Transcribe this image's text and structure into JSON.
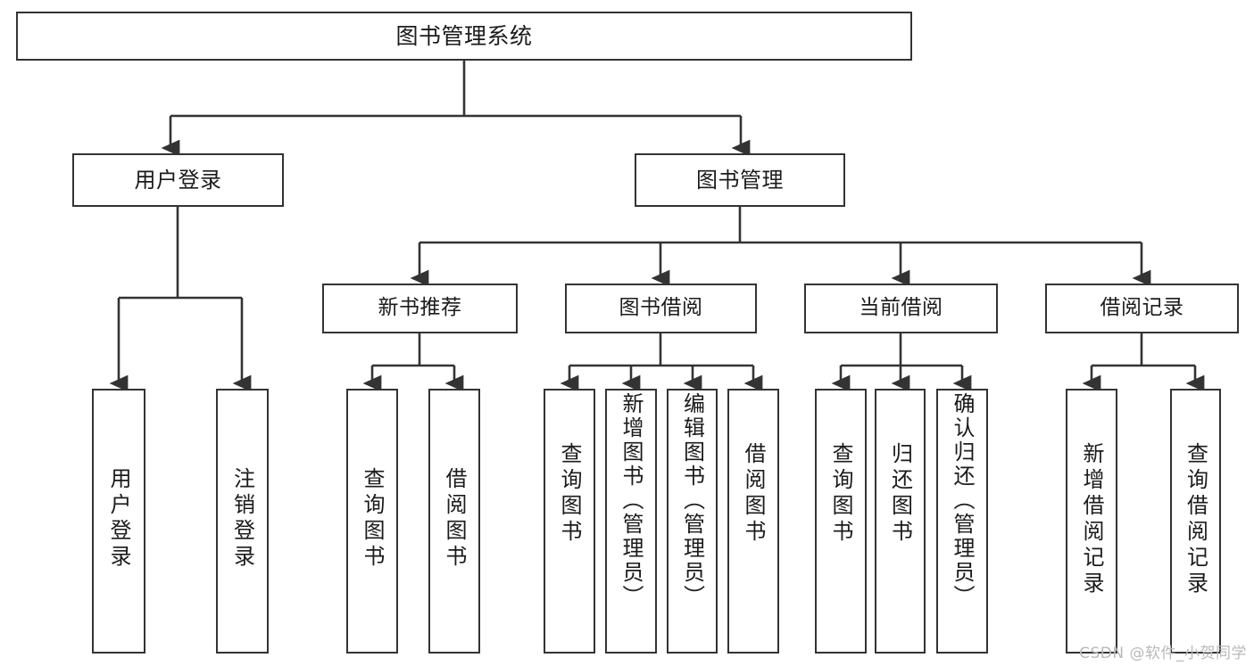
{
  "diagram": {
    "title": "图书管理系统",
    "type": "tree",
    "orientation": "top-down",
    "colors": {
      "box_border": "#333333",
      "box_fill": "#ffffff",
      "connector": "#333333",
      "text": "#1b1b1b",
      "watermark": "#b9b9b9",
      "background": "#ffffff"
    },
    "watermark": "CSDN @软件_小贺同学"
  },
  "nodes": {
    "root": {
      "label": "图书管理系统"
    },
    "level2": [
      {
        "id": "user-login",
        "label": "用户登录"
      },
      {
        "id": "book-manage",
        "label": "图书管理"
      }
    ],
    "level3": [
      {
        "id": "new-book-recommend",
        "label": "新书推荐"
      },
      {
        "id": "book-borrow",
        "label": "图书借阅"
      },
      {
        "id": "current-borrow",
        "label": "当前借阅"
      },
      {
        "id": "borrow-record",
        "label": "借阅记录"
      }
    ],
    "leaves": [
      {
        "id": "leaf-user-login",
        "parent": "user-login",
        "label": "用户登录"
      },
      {
        "id": "leaf-logout-login",
        "parent": "user-login",
        "label": "注销登录"
      },
      {
        "id": "leaf-query-book-1",
        "parent": "new-book-recommend",
        "label": "查询图书"
      },
      {
        "id": "leaf-borrow-book-1",
        "parent": "new-book-recommend",
        "label": "借阅图书"
      },
      {
        "id": "leaf-query-book-2",
        "parent": "book-borrow",
        "label": "查询图书"
      },
      {
        "id": "leaf-add-book",
        "parent": "book-borrow",
        "label": "新增图书（管理员）"
      },
      {
        "id": "leaf-edit-book",
        "parent": "book-borrow",
        "label": "编辑图书（管理员）"
      },
      {
        "id": "leaf-borrow-book-2",
        "parent": "book-borrow",
        "label": "借阅图书"
      },
      {
        "id": "leaf-query-book-3",
        "parent": "current-borrow",
        "label": "查询图书"
      },
      {
        "id": "leaf-return-book",
        "parent": "current-borrow",
        "label": "归还图书"
      },
      {
        "id": "leaf-confirm-return",
        "parent": "current-borrow",
        "label": "确认归还（管理员）"
      },
      {
        "id": "leaf-add-record",
        "parent": "borrow-record",
        "label": "新增借阅记录"
      },
      {
        "id": "leaf-query-record",
        "parent": "borrow-record",
        "label": "查询借阅记录"
      }
    ]
  }
}
